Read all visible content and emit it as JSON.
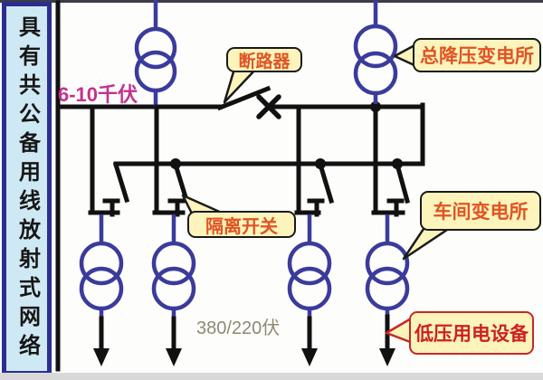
{
  "sidebar": {
    "title": "具有共公备用线放射式网络"
  },
  "diagram": {
    "labels": {
      "hv_voltage": "6-10千伏",
      "lv_voltage": "380/220伏"
    },
    "callouts": {
      "breaker": "断路器",
      "main_substation": "总降压变电所",
      "isolator": "隔离开关",
      "workshop_substation": "车间变电所",
      "lv_equipment": "低压用电设备"
    },
    "components": {
      "top_transformers": 2,
      "workshop_transformers": 4,
      "isolating_switches": 4,
      "load_arrows": 4
    },
    "colors": {
      "line_black": "#111111",
      "component_blue": "#3b3b9c",
      "callout_bg": "#fcf4bb",
      "callout_text": "#e05425",
      "alert_red": "#c62828",
      "hv_label": "#c4318c",
      "lv_label": "#8e8a70",
      "sidebar_bg": "#cfe9f4",
      "sidebar_border": "#2a2f8f"
    }
  }
}
